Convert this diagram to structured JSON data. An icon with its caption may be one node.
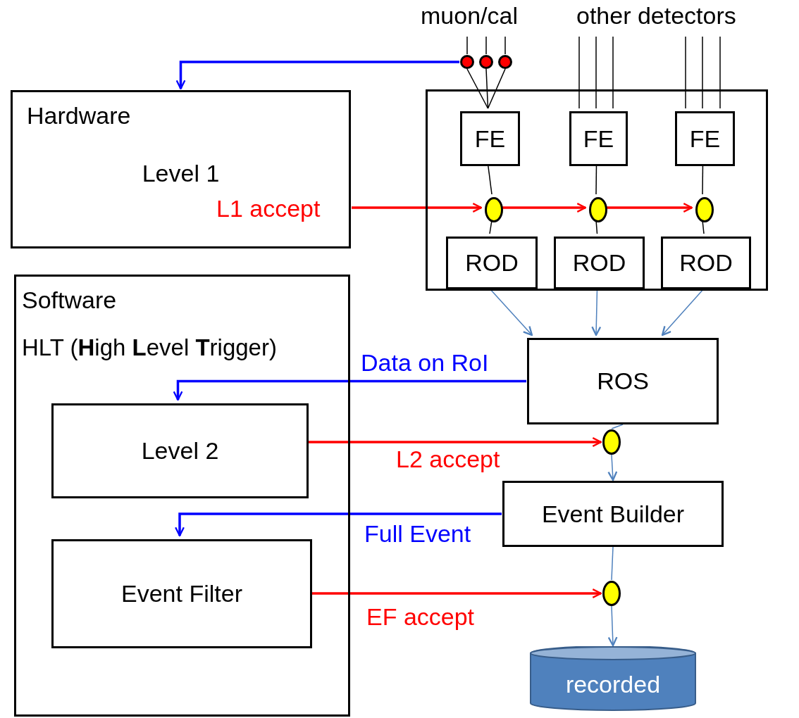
{
  "diagram": {
    "nodes": [
      {
        "text": [
          "Hardware",
          "Level 1"
        ]
      },
      {
        "text": [
          "Software",
          "HLT (**H**igh **L**evel **T**rigger)"
        ]
      },
      {
        "text": [
          "Level 2"
        ],
        "in": 1
      },
      {
        "text": [
          "Event Filter"
        ],
        "in": 1
      },
      {
        "text": [],
        "shape": "box"
      },
      {
        "text": [
          "FE"
        ],
        "in": 4
      },
      {
        "text": [
          "FE"
        ],
        "in": 4
      },
      {
        "text": [
          "FE"
        ],
        "in": 4
      },
      {
        "text": [],
        "shape": "circle",
        "in": 4
      },
      {
        "text": [],
        "shape": "circle",
        "in": 4
      },
      {
        "text": [],
        "shape": "circle",
        "in": 4
      },
      {
        "text": [
          "ROD"
        ],
        "in": 4
      },
      {
        "text": [
          "ROD"
        ],
        "in": 4
      },
      {
        "text": [
          "ROD"
        ],
        "in": 4
      },
      {
        "text": [
          "ROS"
        ]
      },
      {
        "text": [],
        "shape": "circle"
      },
      {
        "text": [
          "Event Builder"
        ]
      },
      {
        "text": [],
        "shape": "circle"
      },
      {
        "text": [
          "recorded"
        ]
      },
      {
        "text": [],
        "shape": "circle"
      },
      {
        "text": [],
        "shape": "circle"
      },
      {
        "text": [],
        "shape": "circle"
      }
    ],
    "edges": [
      {
        "from": 19,
        "to": 0,
        "arrow": "to",
        "style": "thick",
        "color": "#0000ff"
      },
      {
        "from": null,
        "to": 19,
        "arrow": "none"
      },
      {
        "from": null,
        "to": 20,
        "arrow": "none"
      },
      {
        "from": null,
        "to": 21,
        "arrow": "none"
      },
      {
        "from": 19,
        "to": 5,
        "arrow": "none"
      },
      {
        "from": 20,
        "to": 5,
        "arrow": "none"
      },
      {
        "from": 21,
        "to": 5,
        "arrow": "none"
      },
      {
        "from": null,
        "to": 6,
        "arrow": "none"
      },
      {
        "from": null,
        "to": 6,
        "arrow": "none"
      },
      {
        "from": null,
        "to": 6,
        "arrow": "none"
      },
      {
        "from": null,
        "to": 7,
        "arrow": "none"
      },
      {
        "from": null,
        "to": 7,
        "arrow": "none"
      },
      {
        "from": null,
        "to": 7,
        "arrow": "none"
      },
      {
        "from": 5,
        "to": 8,
        "arrow": "none"
      },
      {
        "from": 6,
        "to": 9,
        "arrow": "none"
      },
      {
        "from": 7,
        "to": 10,
        "arrow": "none"
      },
      {
        "from": 8,
        "to": 11,
        "arrow": "none"
      },
      {
        "from": 9,
        "to": 12,
        "arrow": "none"
      },
      {
        "from": 10,
        "to": 13,
        "arrow": "none"
      },
      {
        "from": 0,
        "to": 8,
        "arrow": "to",
        "label": "L1 accept",
        "style": "thick",
        "color": "#ff0000"
      },
      {
        "from": 8,
        "to": 9,
        "arrow": "to",
        "style": "thick",
        "color": "#ff0000"
      },
      {
        "from": 9,
        "to": 10,
        "arrow": "to",
        "style": "thick",
        "color": "#ff0000"
      },
      {
        "from": 11,
        "to": 14,
        "arrow": "to",
        "color": "#4f81bd"
      },
      {
        "from": 12,
        "to": 14,
        "arrow": "to",
        "color": "#4f81bd"
      },
      {
        "from": 13,
        "to": 14,
        "arrow": "to",
        "color": "#4f81bd"
      },
      {
        "from": 14,
        "to": 2,
        "arrow": "to",
        "label": "Data on RoI",
        "style": "thick",
        "color": "#0000ff"
      },
      {
        "from": 2,
        "to": 15,
        "arrow": "to",
        "label": "L2 accept",
        "style": "thick",
        "color": "#ff0000"
      },
      {
        "from": 14,
        "to": 15,
        "arrow": "none",
        "color": "#4f81bd"
      },
      {
        "from": 15,
        "to": 16,
        "arrow": "to",
        "color": "#4f81bd"
      },
      {
        "from": 16,
        "to": 3,
        "arrow": "to",
        "label": "Full Event",
        "style": "thick",
        "color": "#0000ff"
      },
      {
        "from": 3,
        "to": 17,
        "arrow": "to",
        "label": "EF accept",
        "style": "thick",
        "color": "#ff0000"
      },
      {
        "from": 16,
        "to": 17,
        "arrow": "none",
        "color": "#4f81bd"
      },
      {
        "from": 17,
        "to": 18,
        "arrow": "to",
        "color": "#4f81bd"
      }
    ],
    "labels": [
      "muon/cal",
      "other detectors"
    ]
  }
}
